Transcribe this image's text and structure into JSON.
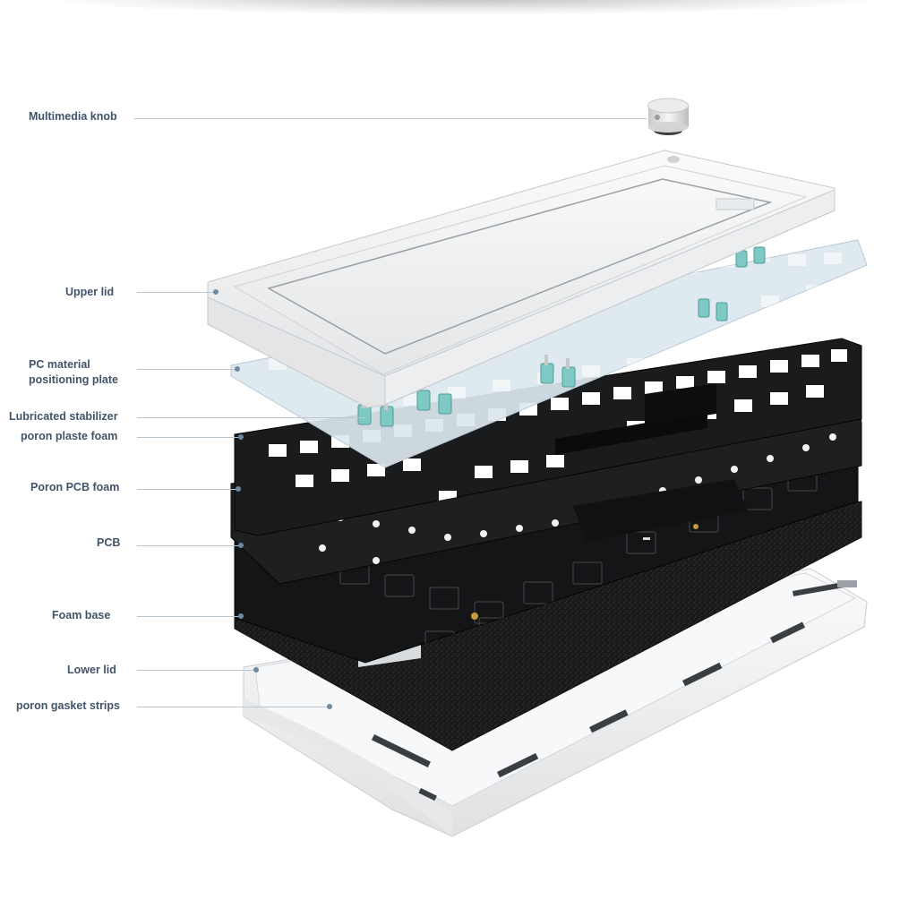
{
  "labels": {
    "multimedia_knob": "Multimedia knob",
    "upper_lid": "Upper lid",
    "pc_plate_line1": "PC material",
    "pc_plate_line2": "positioning plate",
    "stabilizer": "Lubricated stabilizer",
    "plate_foam": "poron plaste foam",
    "pcb_foam": "Poron PCB foam",
    "pcb": "PCB",
    "foam_base": "Foam base",
    "lower_lid": "Lower lid",
    "gasket_strips": "poron gasket strips"
  },
  "colors": {
    "label_text": "#41546a",
    "leader_line": "#b9c6d2",
    "leader_dot": "#6f8ba3",
    "case_white": "#f2f3f4",
    "plate_translucent": "#dde8f0",
    "foam_black": "#1c1c1e",
    "pcb_black": "#151618",
    "stabilizer_teal": "#7fc9c4"
  },
  "icons": [
    "knob-icon"
  ]
}
